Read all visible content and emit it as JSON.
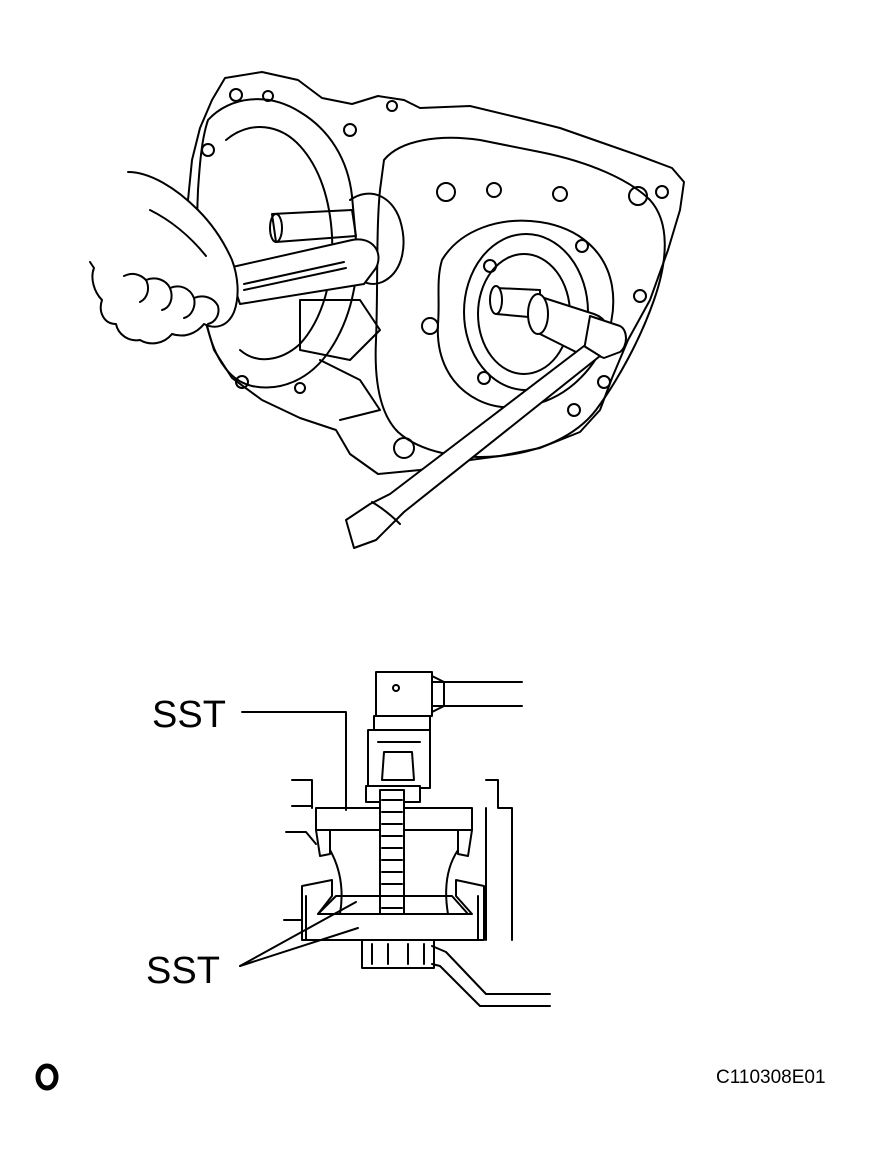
{
  "labels": {
    "sst_upper": "SST",
    "sst_lower": "SST",
    "figure_id": "C110308E01"
  },
  "icons": {
    "bottom_left_symbol": "ring-symbol-icon"
  }
}
